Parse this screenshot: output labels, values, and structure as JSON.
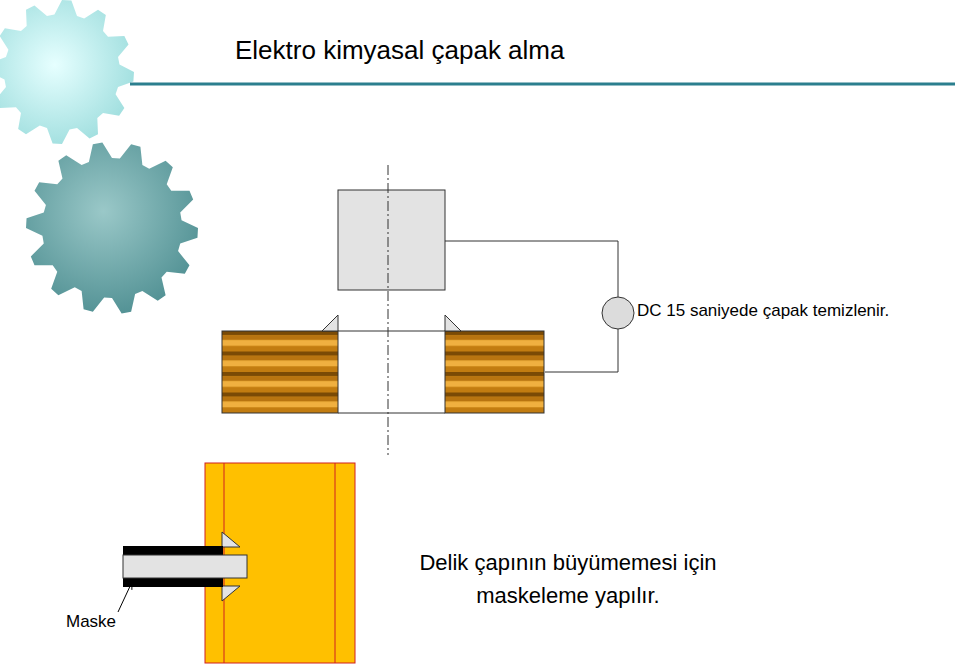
{
  "diagram": {
    "title": "Elektro kimyasal çapak alma",
    "labels": [
      "DC 15 saniyede çapak temizlenir.",
      "Delik çapının büyümemesi için maskeleme yapılır.",
      "Maske"
    ]
  }
}
